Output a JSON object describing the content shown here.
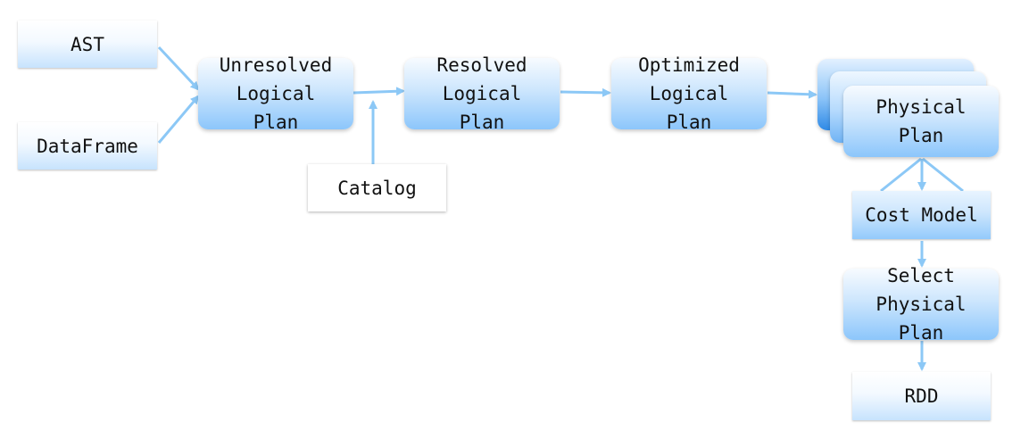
{
  "nodes": {
    "ast": "AST",
    "dataframe": "DataFrame",
    "unresolved": "Unresolved\nLogical\nPlan",
    "catalog": "Catalog",
    "resolved": "Resolved\nLogical\nPlan",
    "optimized": "Optimized\nLogical\nPlan",
    "physical": "Physical\nPlan",
    "cost_model": "Cost Model",
    "select": "Select\nPhysical\nPlan",
    "rdd": "RDD"
  },
  "colors": {
    "arrow": "#8cc8f6",
    "node_fill": "#a9d5fc",
    "stack_back": "#4fa3ee"
  }
}
